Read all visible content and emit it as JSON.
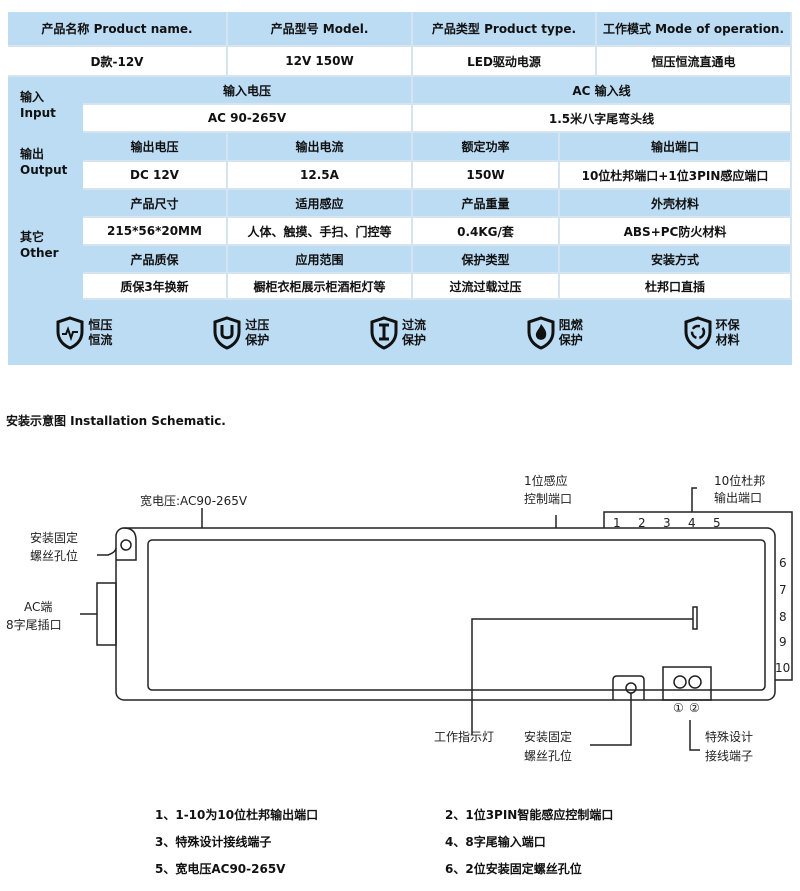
{
  "table": {
    "header": [
      "产品名称 Product name.",
      "产品型号 Model.",
      "产品类型 Product type.",
      "工作模式 Mode of operation."
    ],
    "values": [
      "D款-12V",
      "12V 150W",
      "LED驱动电源",
      "恒压恒流直通电"
    ],
    "input": {
      "label1": "输入",
      "label2": "Input",
      "h": [
        "输入电压",
        "AC 输入线"
      ],
      "v": [
        "AC 90-265V",
        "1.5米八字尾弯头线"
      ]
    },
    "output": {
      "label1": "输出",
      "label2": "Output",
      "h": [
        "输出电压",
        "输出电流",
        "额定功率",
        "输出端口"
      ],
      "v": [
        "DC 12V",
        "12.5A",
        "150W",
        "10位杜邦端口+1位3PIN感应端口"
      ]
    },
    "other": {
      "label1": "其它",
      "label2": "Other",
      "h1": [
        "产品尺寸",
        "适用感应",
        "产品重量",
        "外壳材料"
      ],
      "v1": [
        "215*56*20MM",
        "人体、触摸、手扫、门控等",
        "0.4KG/套",
        "ABS+PC防火材料"
      ],
      "h2": [
        "产品质保",
        "应用范围",
        "保护类型",
        "安装方式"
      ],
      "v2": [
        "质保3年换新",
        "橱柜衣柜展示柜酒柜灯等",
        "过流过载过压",
        "杜邦口直插"
      ]
    }
  },
  "features": [
    {
      "icon": "shield-pulse-icon",
      "l1": "恒压",
      "l2": "恒流"
    },
    {
      "icon": "shield-u-icon",
      "l1": "过压",
      "l2": "保护"
    },
    {
      "icon": "shield-i-icon",
      "l1": "过流",
      "l2": "保护"
    },
    {
      "icon": "shield-flame-icon",
      "l1": "阻燃",
      "l2": "保护"
    },
    {
      "icon": "shield-recycle-icon",
      "l1": "环保",
      "l2": "材料"
    }
  ],
  "schematic": {
    "title": "安装示意图 Installation Schematic.",
    "voltage": "宽电压:AC90-265V",
    "sensor1": "1位感应",
    "sensor2": "控制端口",
    "dupont1": "10位杜邦",
    "dupont2": "输出端口",
    "hole1": "安装固定",
    "hole2": "螺丝孔位",
    "ac1": "AC端",
    "ac2": "8字尾插口",
    "led": "工作指示灯",
    "special1": "特殊设计",
    "special2": "接线端子",
    "pins": [
      "1",
      "2",
      "3",
      "4",
      "5",
      "6",
      "7",
      "8",
      "9",
      "10"
    ],
    "terms": [
      "①",
      "②"
    ]
  },
  "notes": [
    "1、1-10为10位杜邦输出端口",
    "2、1位3PIN智能感应控制端口",
    "3、特殊设计接线端子",
    "4、8字尾输入端口",
    "5、宽电压AC90-265V",
    "6、2位安装固定螺丝孔位"
  ]
}
